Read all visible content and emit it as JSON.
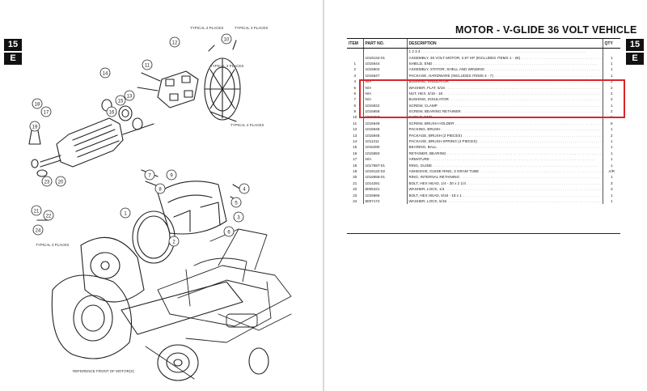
{
  "page": {
    "section_number": "15",
    "section_letter": "E",
    "title": "MOTOR - V-GLIDE 36 VOLT VEHICLE"
  },
  "diagram": {
    "labels": [
      "TYPICAL 4 PLACES",
      "TYPICAL 3 PLACES",
      "TYPICAL 3 PLACES",
      "TYPICAL 4 PLACES",
      "TYPICAL 3 PLACES",
      "REFERENCE FRONT OF MOTOR(S)"
    ],
    "callouts": [
      "1",
      "2",
      "3",
      "4",
      "5",
      "6",
      "7",
      "8",
      "9",
      "10",
      "11",
      "12",
      "13",
      "14",
      "15",
      "16",
      "17",
      "18",
      "19",
      "20",
      "21",
      "22",
      "23",
      "24"
    ]
  },
  "table": {
    "headers": {
      "item": "ITEM",
      "part_no": "PART NO.",
      "description": "DESCRIPTION",
      "qty": "QTY"
    },
    "rows": [
      {
        "item": "",
        "part_no": "",
        "description": "1 2 3 4",
        "qty": ""
      },
      {
        "item": "",
        "part_no": "1019134-01",
        "description": "ASSEMBLY, 36 VOLT MOTOR, 2.87 HP (INCLUDES ITEMS 1 - 26)",
        "qty": "1"
      },
      {
        "item": "1",
        "part_no": "1015644",
        "description": "SHIELD, END",
        "qty": "1"
      },
      {
        "item": "2",
        "part_no": "1015604",
        "description": "ASSEMBLY, STATOR, SHELL AND WINDING",
        "qty": "1"
      },
      {
        "item": "3",
        "part_no": "1015647",
        "description": "PACKAGE, HARDWARE (INCLUDES ITEMS 4 - 7)",
        "qty": "1"
      },
      {
        "item": "4",
        "part_no": "N/A",
        "description": "BUSHING, INSULATOR",
        "qty": "2"
      },
      {
        "item": "5",
        "part_no": "N/A",
        "description": "WASHER, FLAT, 5/16",
        "qty": "2"
      },
      {
        "item": "6",
        "part_no": "N/A",
        "description": "NUT, HEX, 5/16 - 18",
        "qty": "2"
      },
      {
        "item": "7",
        "part_no": "N/A",
        "description": "BUSHING, INSULATOR",
        "qty": "2"
      },
      {
        "item": "8",
        "part_no": "1015922",
        "description": "SCREW, CLAMP",
        "qty": "1"
      },
      {
        "item": "9",
        "part_no": "1015658",
        "description": "SCREW, BEARING RETAINER",
        "qty": "2"
      },
      {
        "item": "10",
        "part_no": "1015657",
        "description": "SHIELD, END",
        "qty": "1"
      },
      {
        "item": "11",
        "part_no": "1015649",
        "description": "SCREW, BRUSH HOLDER",
        "qty": "6"
      },
      {
        "item": "12",
        "part_no": "1015948",
        "description": "PACKING, BRUSH",
        "qty": "1"
      },
      {
        "item": "13",
        "part_no": "1015946",
        "description": "PACKAGE, BRUSH (2 PIECES)",
        "qty": "2"
      },
      {
        "item": "14",
        "part_no": "1011411",
        "description": "PACKAGE, BRUSH SPRING (4 PIECES)",
        "qty": "1"
      },
      {
        "item": "15",
        "part_no": "1015280",
        "description": "BEARING, BALL",
        "qty": "1"
      },
      {
        "item": "16",
        "part_no": "1015650",
        "description": "RETAINER, BEARING",
        "qty": "1"
      },
      {
        "item": "17",
        "part_no": "N/A",
        "description": "ARMATURE",
        "qty": "1"
      },
      {
        "item": "18",
        "part_no": "1017697-01",
        "description": "RING, GUIDE",
        "qty": "1"
      },
      {
        "item": "19",
        "part_no": "1019132-02",
        "description": "ADHESIVE, GUIDE RING, 3 GRAM TUBE",
        "qty": "A/R"
      },
      {
        "item": "20",
        "part_no": "1016658-01",
        "description": "RING, INTERNAL RETAINING",
        "qty": "1"
      },
      {
        "item": "21",
        "part_no": "1014291",
        "description": "BOLT, HEX HEAD, 1/4 - 20 x 2 1/4",
        "qty": "3"
      },
      {
        "item": "22",
        "part_no": "8005431",
        "description": "WASHER, LOCK, 1/4",
        "qty": "3"
      },
      {
        "item": "23",
        "part_no": "1015666",
        "description": "BOLT, HEX HEAD, 5/16 - 18 x 1",
        "qty": "1"
      },
      {
        "item": "24",
        "part_no": "8007174",
        "description": "WASHER, LOCK, 5/16",
        "qty": "1"
      }
    ]
  },
  "colors": {
    "highlight": "#d9262b",
    "tab": "#111111"
  }
}
